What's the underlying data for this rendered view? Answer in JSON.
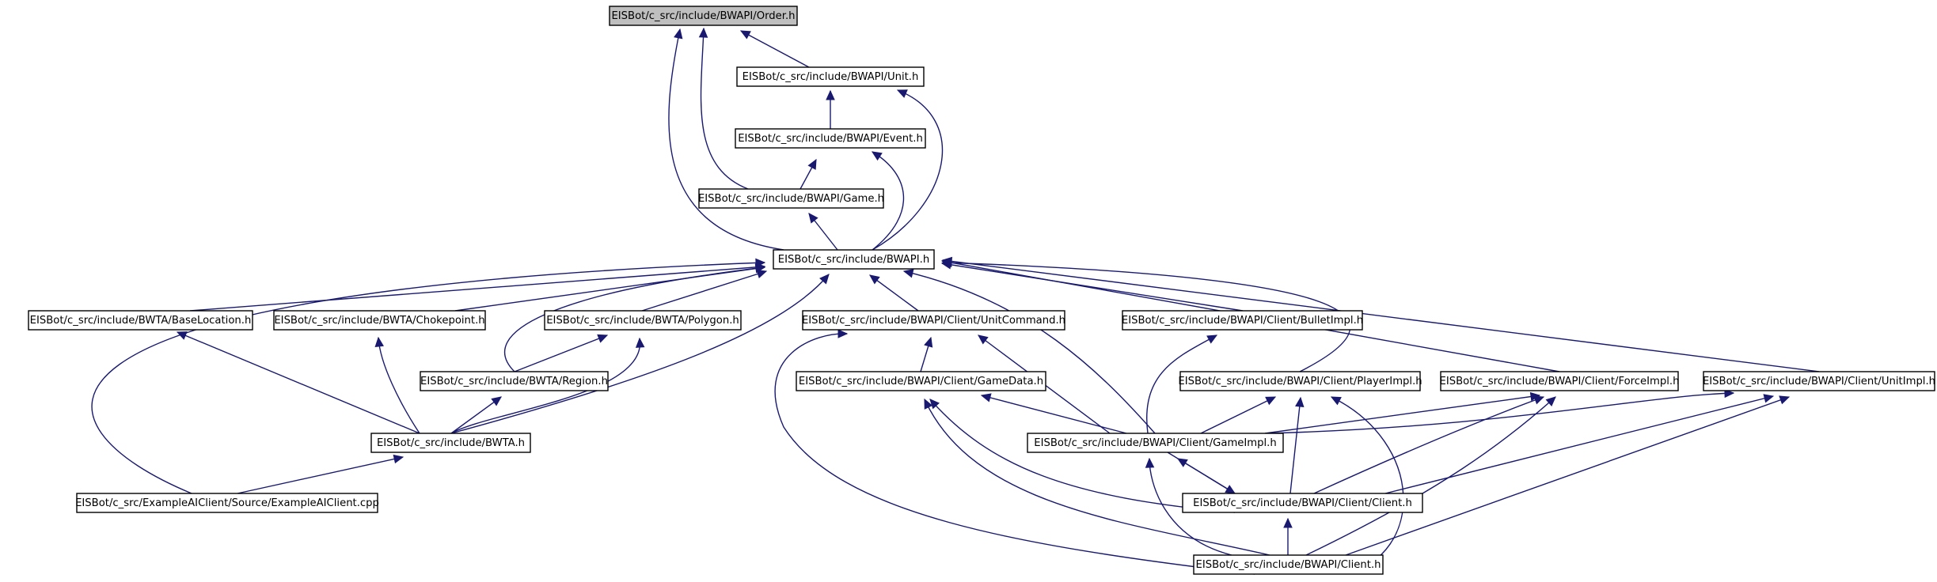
{
  "diagram": {
    "type": "include-dependency-graph",
    "edge_color": "#191970",
    "root_fill": "#bfbfbf",
    "nodes": [
      {
        "id": "order",
        "label": "EISBot/c_src/include/BWAPI/Order.h",
        "root": true
      },
      {
        "id": "unit",
        "label": "EISBot/c_src/include/BWAPI/Unit.h"
      },
      {
        "id": "event",
        "label": "EISBot/c_src/include/BWAPI/Event.h"
      },
      {
        "id": "game",
        "label": "EISBot/c_src/include/BWAPI/Game.h"
      },
      {
        "id": "bwapi",
        "label": "EISBot/c_src/include/BWAPI.h"
      },
      {
        "id": "baseloc",
        "label": "EISBot/c_src/include/BWTA/BaseLocation.h"
      },
      {
        "id": "choke",
        "label": "EISBot/c_src/include/BWTA/Chokepoint.h"
      },
      {
        "id": "polygon",
        "label": "EISBot/c_src/include/BWTA/Polygon.h"
      },
      {
        "id": "unitcmd",
        "label": "EISBot/c_src/include/BWAPI/Client/UnitCommand.h"
      },
      {
        "id": "bullet",
        "label": "EISBot/c_src/include/BWAPI/Client/BulletImpl.h"
      },
      {
        "id": "region",
        "label": "EISBot/c_src/include/BWTA/Region.h"
      },
      {
        "id": "gamedata",
        "label": "EISBot/c_src/include/BWAPI/Client/GameData.h"
      },
      {
        "id": "player",
        "label": "EISBot/c_src/include/BWAPI/Client/PlayerImpl.h"
      },
      {
        "id": "force",
        "label": "EISBot/c_src/include/BWAPI/Client/ForceImpl.h"
      },
      {
        "id": "unitimpl",
        "label": "EISBot/c_src/include/BWAPI/Client/UnitImpl.h"
      },
      {
        "id": "bwta",
        "label": "EISBot/c_src/include/BWTA.h"
      },
      {
        "id": "gameimpl",
        "label": "EISBot/c_src/include/BWAPI/Client/GameImpl.h"
      },
      {
        "id": "example",
        "label": "EISBot/c_src/ExampleAIClient/Source/ExampleAIClient.cpp"
      },
      {
        "id": "cclient",
        "label": "EISBot/c_src/include/BWAPI/Client/Client.h"
      },
      {
        "id": "client",
        "label": "EISBot/c_src/include/BWAPI/Client.h"
      }
    ],
    "edges": [
      {
        "from": "unit",
        "to": "order"
      },
      {
        "from": "game",
        "to": "order"
      },
      {
        "from": "bwapi",
        "to": "order"
      },
      {
        "from": "event",
        "to": "unit"
      },
      {
        "from": "bwapi",
        "to": "unit"
      },
      {
        "from": "game",
        "to": "event"
      },
      {
        "from": "bwapi",
        "to": "event"
      },
      {
        "from": "bwapi",
        "to": "game"
      },
      {
        "from": "baseloc",
        "to": "bwapi"
      },
      {
        "from": "choke",
        "to": "bwapi"
      },
      {
        "from": "polygon",
        "to": "bwapi"
      },
      {
        "from": "region",
        "to": "bwapi"
      },
      {
        "from": "bwta",
        "to": "bwapi"
      },
      {
        "from": "example",
        "to": "bwapi"
      },
      {
        "from": "unitcmd",
        "to": "bwapi"
      },
      {
        "from": "gameimpl",
        "to": "bwapi"
      },
      {
        "from": "bullet",
        "to": "bwapi"
      },
      {
        "from": "player",
        "to": "bwapi"
      },
      {
        "from": "force",
        "to": "bwapi"
      },
      {
        "from": "unitimpl",
        "to": "bwapi"
      },
      {
        "from": "bwta",
        "to": "baseloc"
      },
      {
        "from": "bwta",
        "to": "choke"
      },
      {
        "from": "region",
        "to": "polygon"
      },
      {
        "from": "bwta",
        "to": "polygon"
      },
      {
        "from": "bwta",
        "to": "region"
      },
      {
        "from": "example",
        "to": "bwta"
      },
      {
        "from": "gamedata",
        "to": "unitcmd"
      },
      {
        "from": "gameimpl",
        "to": "unitcmd"
      },
      {
        "from": "client",
        "to": "unitcmd"
      },
      {
        "from": "gameimpl",
        "to": "gamedata"
      },
      {
        "from": "cclient",
        "to": "gamedata"
      },
      {
        "from": "client",
        "to": "gamedata"
      },
      {
        "from": "gameimpl",
        "to": "bullet"
      },
      {
        "from": "gameimpl",
        "to": "player"
      },
      {
        "from": "cclient",
        "to": "player"
      },
      {
        "from": "client",
        "to": "player"
      },
      {
        "from": "gameimpl",
        "to": "force"
      },
      {
        "from": "cclient",
        "to": "force"
      },
      {
        "from": "client",
        "to": "force"
      },
      {
        "from": "gameimpl",
        "to": "unitimpl"
      },
      {
        "from": "cclient",
        "to": "unitimpl"
      },
      {
        "from": "client",
        "to": "unitimpl"
      },
      {
        "from": "cclient",
        "to": "gameimpl"
      },
      {
        "from": "gameimpl",
        "to": "cclient"
      },
      {
        "from": "client",
        "to": "gameimpl"
      },
      {
        "from": "client",
        "to": "cclient"
      }
    ]
  }
}
